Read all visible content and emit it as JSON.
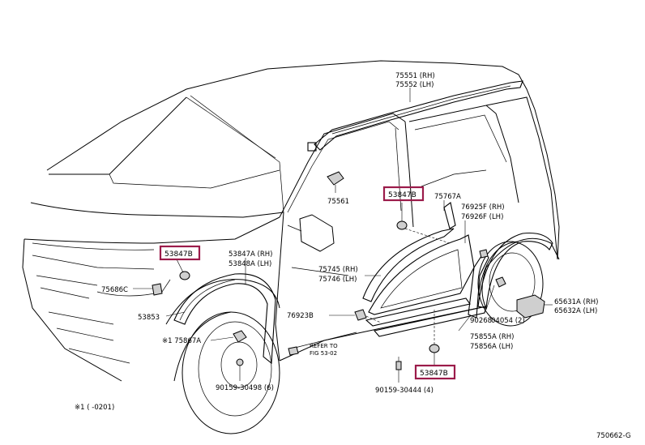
{
  "labels": {
    "roof_rack_rh": "75551 (RH)",
    "roof_rack_lh": "75552 (LH)",
    "part_75561": "75561",
    "part_53847B_door": "53847B",
    "part_75767A": "75767A",
    "part_76925F_rh": "76925F (RH)",
    "part_76926F_lh": "76926F (LH)",
    "part_53847B_front": "53847B",
    "part_53847A_rh": "53847A (RH)",
    "part_53848A_lh": "53848A (LH)",
    "part_75686C": "75686C",
    "part_53853": "53853",
    "part_75745_rh": "75745 (RH)",
    "part_75746_lh": "75746 (LH)",
    "part_76923B": "76923B",
    "note_75867A": "※1 75867A",
    "refer_to_line1": "REFER TO",
    "refer_to_line2": "FIG 53-02",
    "part_90268": "90268",
    "part_04054": "04054 (2)",
    "part_65631A_rh": "65631A (RH)",
    "part_65632A_lh": "65632A (LH)",
    "part_75855A_rh": "75855A (RH)",
    "part_75856A_lh": "75856A (LH)",
    "part_53847B_bottom": "53847B",
    "bolt_90159_30498": "90159-30498 (6)",
    "bolt_90159_30444": "90159-30444 (4)",
    "footnote": "※1  (      -0201)",
    "figure_code": "750662-G"
  }
}
